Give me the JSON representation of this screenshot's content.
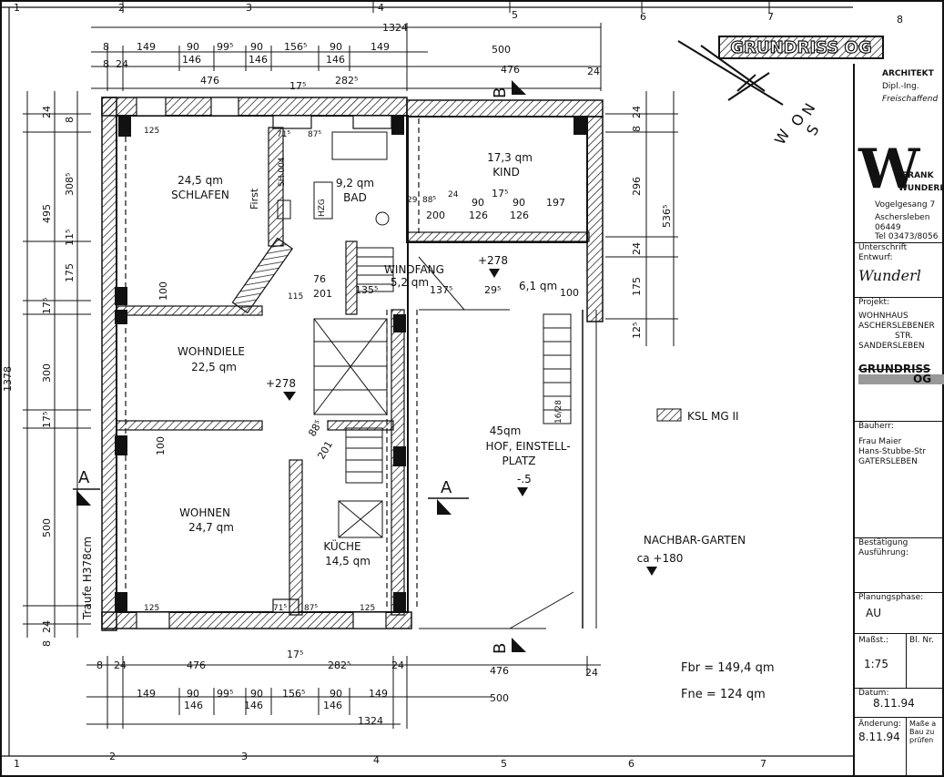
{
  "sheet": {
    "title": "GRUNDRISS OG",
    "frame_numbers_top": [
      "1",
      "2",
      "3",
      "4",
      "5",
      "6",
      "7",
      "8"
    ],
    "frame_numbers_bottom": [
      "1",
      "2",
      "3",
      "4",
      "5",
      "6",
      "7"
    ]
  },
  "rooms": {
    "schlafen": {
      "area": "24,5 qm",
      "name": "SCHLAFEN"
    },
    "bad": {
      "area": "9,2 qm",
      "name": "BAD"
    },
    "kind": {
      "area": "17,3 qm",
      "name": "KIND"
    },
    "windfang": {
      "name": "WINDFANG",
      "area": "5,2 qm"
    },
    "wohndiele": {
      "name": "WOHNDIELE",
      "area": "22,5 qm"
    },
    "wohnen": {
      "name": "WOHNEN",
      "area": "24,7 qm"
    },
    "kueche": {
      "name": "KÜCHE",
      "area": "14,5 qm"
    },
    "hof": {
      "area": "45qm",
      "name1": "HOF, EINSTELL-",
      "name2": "PLATZ"
    },
    "nachbar": {
      "name": "NACHBAR-GARTEN",
      "level": "ca +180"
    }
  },
  "labels": {
    "level_278_a": "+278",
    "level_278_b": "+278",
    "level_minus5": "-.5",
    "ksl": "KSL MG II",
    "traufe": "Traufe H378cm",
    "first": "First",
    "sh": "SH 004",
    "hzg": "HZG",
    "area_61": "6,1 qm",
    "stair": "16/28",
    "section_a": "A",
    "section_b": "B",
    "f_br": "Fbr = 149,4 qm",
    "f_ne": "Fne = 124 qm"
  },
  "dims_top": {
    "total": "1324",
    "row1": [
      "8",
      "149",
      "90",
      "99⁵",
      "90",
      "156⁵",
      "90",
      "149"
    ],
    "row1b": [
      "146",
      "146",
      "146"
    ],
    "row2": [
      "8",
      "24",
      "476",
      "17⁵",
      "282⁵",
      "500",
      "476",
      "24"
    ]
  },
  "dims_inner": [
    "125",
    "71⁵",
    "87⁵",
    "29",
    "88⁵",
    "24",
    "90",
    "17⁵",
    "90",
    "197",
    "200",
    "126",
    "126",
    "76",
    "201",
    "115",
    "135⁵",
    "137⁵",
    "29⁵",
    "100",
    "100",
    "88⁵",
    "201",
    "125",
    "71⁵",
    "87⁵",
    "125"
  ],
  "dims_right": [
    "24",
    "8",
    "296",
    "536⁵",
    "24",
    "175",
    "12⁵"
  ],
  "dims_left": [
    "24",
    "8",
    "308⁵",
    "495",
    "11⁵",
    "175",
    "17⁵",
    "300",
    "17⁵",
    "1378",
    "500",
    "24",
    "8"
  ],
  "dims_bottom": {
    "row1": [
      "8",
      "24",
      "476",
      "17⁵",
      "282⁵",
      "24",
      "476",
      "24"
    ],
    "row2": [
      "149",
      "90",
      "99⁵",
      "90",
      "156⁵",
      "90",
      "149",
      "500"
    ],
    "row2b": [
      "146",
      "146",
      "146"
    ],
    "total": "1324"
  },
  "titleblock": {
    "firm1": "FRANK",
    "firm2": "WUNDERLICH",
    "role1": "ARCHITEKT",
    "role2": "Dipl.-Ing.",
    "role3": "Freischaffend",
    "addr1": "Vogelgesang 7",
    "addr2": "Aschersleben",
    "addr3": "06449",
    "tel": "Tel 03473/8056",
    "unterschrift_label": "Unterschrift",
    "entwurf_label": "Entwurf:",
    "projekt_label": "Projekt:",
    "projekt1": "WOHNHAUS",
    "projekt2": "ASCHERSLEBENER",
    "projekt3": "STR.",
    "projekt4": "SANDERSLEBEN",
    "plan1": "GRUNDRISS",
    "plan2": "OG",
    "bauherr_label": "Bauherr:",
    "bauherr1": "Frau Maier",
    "bauherr2": "Hans-Stubbe-Str",
    "bauherr3": "GATERSLEBEN",
    "bestaetigung_label": "Bestätigung",
    "ausfuehrung_label": "Ausführung:",
    "phase_label": "Planungsphase:",
    "phase": "AU",
    "massstab_label": "Maßst.:",
    "blnr_label": "Bl. Nr.",
    "massstab": "1:75",
    "datum_label": "Datum:",
    "datum": "8.11.94",
    "aenderung_label": "Änderung:",
    "aenderung": "8.11.94",
    "masse1": "Maße a",
    "masse2": "Bau zu",
    "masse3": "prüfen"
  },
  "north": {
    "n": "N",
    "w": "W",
    "s": "S",
    "o": "O"
  }
}
